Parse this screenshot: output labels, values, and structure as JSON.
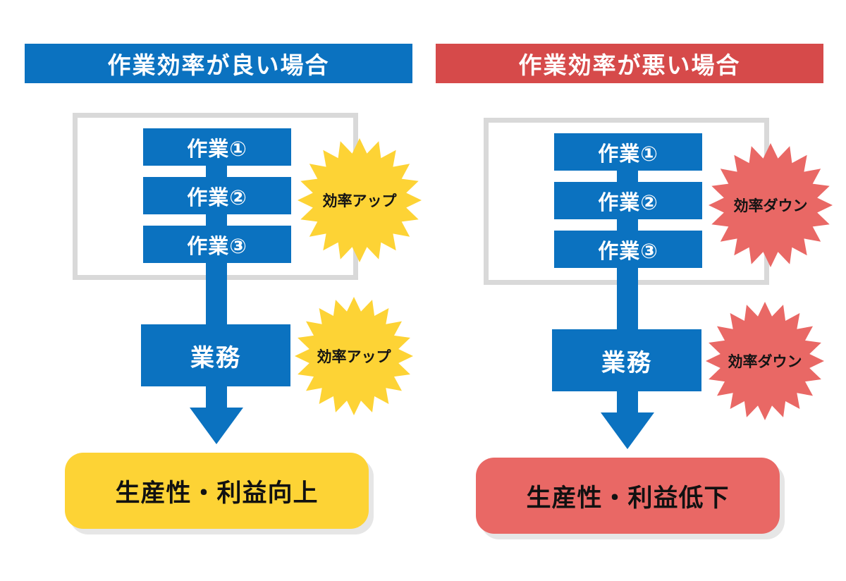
{
  "panels": [
    {
      "header": "作業効率が良い場合",
      "tasks": [
        "作業①",
        "作業②",
        "作業③"
      ],
      "burst_top": "効率アップ",
      "burst_bottom": "効率アップ",
      "process": "業務",
      "result": "生産性・利益向上",
      "theme_color": "#0b72c0",
      "accent_color": "#fdd335"
    },
    {
      "header": "作業効率が悪い場合",
      "tasks": [
        "作業①",
        "作業②",
        "作業③"
      ],
      "burst_top": "効率ダウン",
      "burst_bottom": "効率ダウン",
      "process": "業務",
      "result": "生産性・利益低下",
      "theme_color": "#d64a4a",
      "accent_color": "#e96865"
    }
  ],
  "colors": {
    "flow_blue": "#0b72c0",
    "header_good_blue": "#0b72c0",
    "header_bad_red": "#d64a4a",
    "accent_good_yellow": "#fdd335",
    "accent_bad_salmon": "#e96865",
    "group_box_border_gray": "#d9d9d9",
    "result_shadow_gray": "#e6e6e6",
    "text_on_accent": "#111111",
    "text_on_blue": "#ffffff"
  }
}
